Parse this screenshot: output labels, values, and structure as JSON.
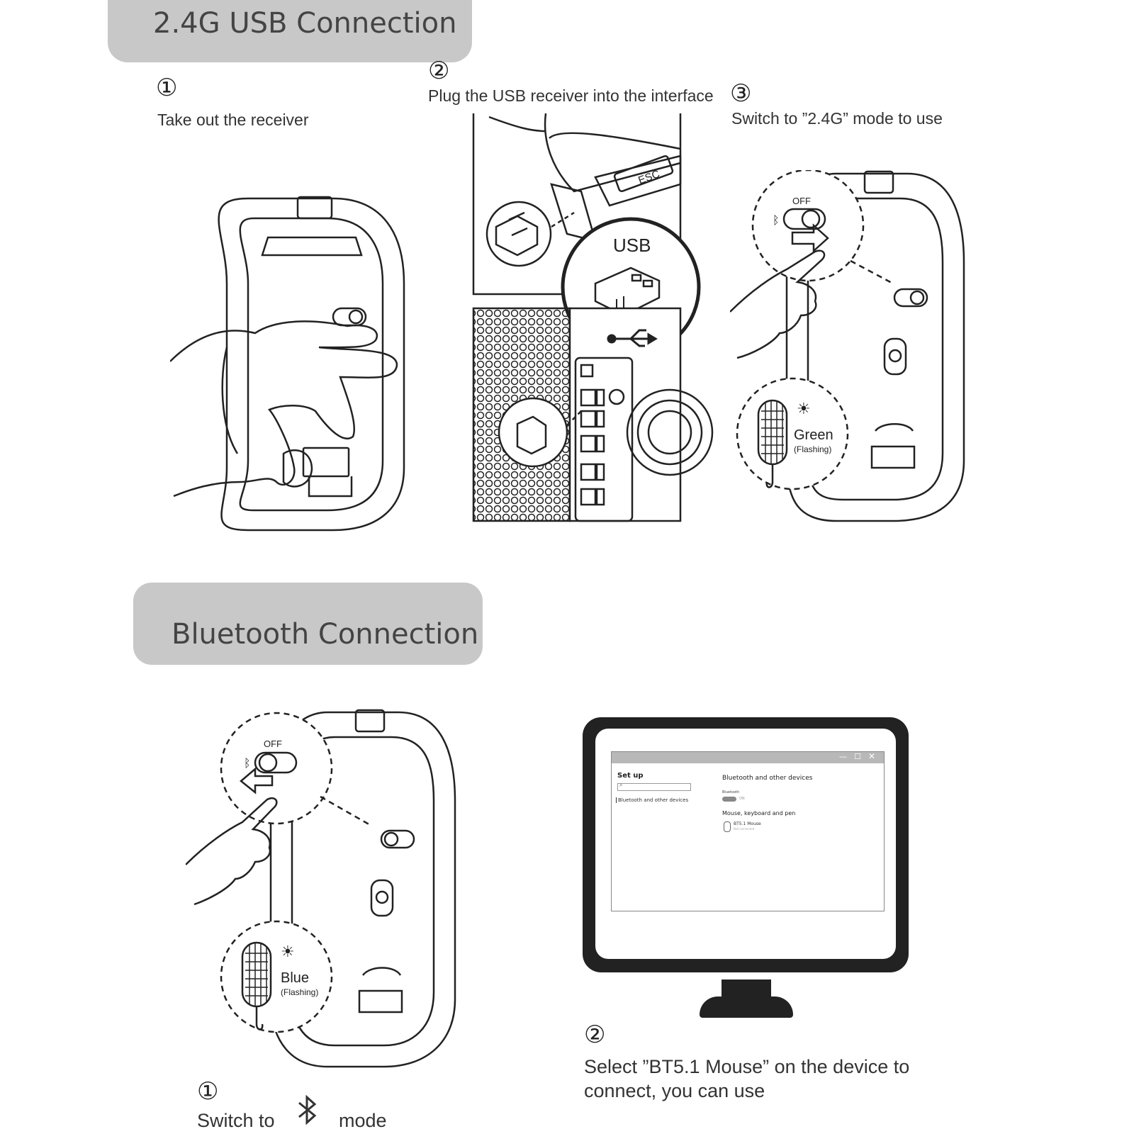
{
  "usb_section": {
    "title": "2.4G USB Connection",
    "steps": [
      {
        "number": "①",
        "text": "Take out the receiver"
      },
      {
        "number": "②",
        "text": "Plug the USB receiver into the interface"
      },
      {
        "number": "③",
        "text": "Switch to ”2.4G” mode to use"
      }
    ],
    "figure_labels": {
      "usb_label": "USB",
      "esc_key": "ESC",
      "switch_off": "OFF",
      "led_color": "Green",
      "led_state": "(Flashing)"
    }
  },
  "bt_section": {
    "title": "Bluetooth Connection",
    "step1": {
      "number": "①",
      "text_before": "Switch to",
      "icon": "bluetooth-icon",
      "text_after": "mode"
    },
    "step2": {
      "number": "②",
      "text": "Select ”BT5.1 Mouse” on the device to connect, you can use"
    },
    "figure_labels": {
      "switch_off": "OFF",
      "led_color": "Blue",
      "led_state": "(Flashing)"
    },
    "monitor_window": {
      "setup_title": "Set up",
      "sidebar_item": "Bluetooth and other devices",
      "main_title": "Bluetooth and other devices",
      "bluetooth_label": "Bluetooth",
      "toggle_state": "ON",
      "group_title": "Mouse, keyboard and pen",
      "device_name": "BT5.1 Mouse",
      "device_status": "Not connected"
    }
  },
  "colors": {
    "header_bg": "#c8c8c8",
    "line": "#222222"
  }
}
